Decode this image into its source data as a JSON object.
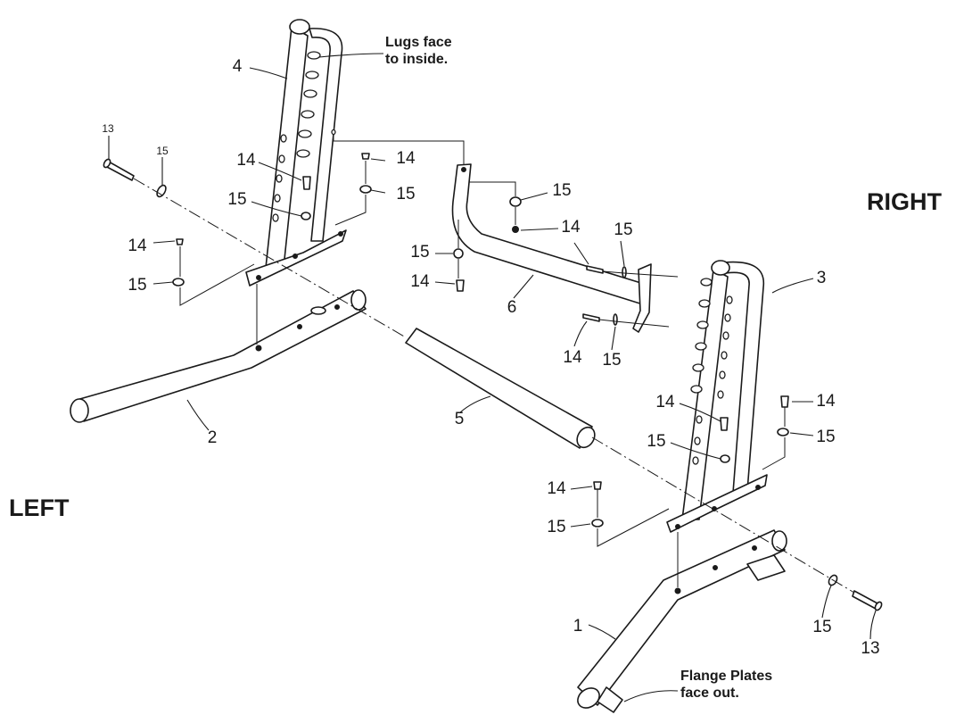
{
  "labels": {
    "left": "LEFT",
    "right": "RIGHT"
  },
  "notes": {
    "lugs": [
      "Lugs face",
      "to inside."
    ],
    "flange": [
      "Flange Plates",
      "face out."
    ]
  },
  "parts": {
    "p1": "1",
    "p2": "2",
    "p3": "3",
    "p4": "4",
    "p5": "5",
    "p6": "6",
    "p13": "13",
    "p14": "14",
    "p15": "15"
  }
}
